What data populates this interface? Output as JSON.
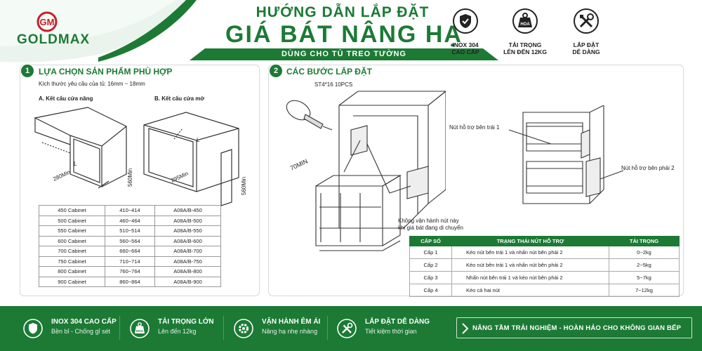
{
  "brand": {
    "name": "GOLDMAX",
    "logo_letters": "GM"
  },
  "header": {
    "title_line1": "HƯỚNG DẪN LẮP ĐẶT",
    "title_line2": "GIÁ BÁT NÂNG HẠ",
    "subtitle": "DÙNG CHO TỦ TREO TƯỜNG"
  },
  "features": [
    {
      "icon": "shield-icon",
      "label1": "INOX 304",
      "label2": "CAO CẤP"
    },
    {
      "icon": "weight-icon",
      "icon_text": "HOA",
      "label1": "TẢI TRỌNG",
      "label2": "LÊN ĐẾN 12KG"
    },
    {
      "icon": "tools-icon",
      "label1": "LẮP ĐẶT",
      "label2": "DỄ DÀNG"
    }
  ],
  "step1": {
    "number": "1",
    "title": "LỰA CHỌN SẢN PHẨM PHÙ HỢP",
    "thickness": "Kích thước yêu cầu của tủ: 16mm ~ 18mm",
    "caption_a": "A. Kết cấu cửa nâng",
    "caption_b": "B. Kết cấu cửa mở",
    "dim_a_depth": "280Min",
    "dim_a_height": "560Min",
    "dim_b_depth": "295Min",
    "dim_b_height": "560Min",
    "dim_l": "L",
    "sizes": [
      [
        "450 Cabinet",
        "410~414",
        "A08A/B-450"
      ],
      [
        "500 Cabinet",
        "460~464",
        "A08A/B-500"
      ],
      [
        "550 Cabinet",
        "510~514",
        "A08A/B-550"
      ],
      [
        "600 Cabinet",
        "560~564",
        "A08A/B-600"
      ],
      [
        "700 Cabinet",
        "660~664",
        "A08A/B-700"
      ],
      [
        "750 Cabinet",
        "710~714",
        "A08A/B-750"
      ],
      [
        "800 Cabinet",
        "760~764",
        "A08A/B-800"
      ],
      [
        "900 Cabinet",
        "860~864",
        "A08A/B-900"
      ]
    ]
  },
  "step2": {
    "number": "2",
    "title": "CÁC BƯỚC LẮP ĐẶT",
    "screw": "ST4*16 10PCS",
    "min_label": "70MIN",
    "note_line1": "Không vận hành nút này",
    "note_line2": "khi giá bát đang di chuyển",
    "btn_left": "Nút hỗ trợ bên trái 1",
    "btn_right": "Nút hỗ trợ bên phải 2",
    "table_headers": [
      "CẤP SỐ",
      "TRẠNG THÁI NÚT HỖ TRỢ",
      "TẢI TRỌNG"
    ],
    "table_rows": [
      [
        "Cấp 1",
        "Kéo nút bên trái 1 và nhấn nút bên phải 2",
        "0~2kg"
      ],
      [
        "Cấp 2",
        "Kéo nút bên trái 1 và nhấn nút bên phải 2",
        "2~5kg"
      ],
      [
        "Cấp 3",
        "Nhấn nút bên trái 1 và kéo nút bên phải 2",
        "5~7kg"
      ],
      [
        "Cấp 4",
        "Kéo cả hai nút",
        "7~12kg"
      ]
    ]
  },
  "footer": {
    "items": [
      {
        "icon": "shield-icon",
        "title": "INOX 304 CAO CẤP",
        "desc": "Bền bỉ - Chống gỉ sét"
      },
      {
        "icon": "weight-icon",
        "icon_text": "HOA",
        "title": "TẢI TRỌNG LỚN",
        "desc": "Lên đến 12kg"
      },
      {
        "icon": "gear-icon",
        "title": "VẬN HÀNH ÊM ÁI",
        "desc": "Nâng hạ nhẹ nhàng"
      },
      {
        "icon": "tools-icon",
        "title": "LẮP ĐẶT DỄ DÀNG",
        "desc": "Tiết kiệm thời gian"
      }
    ],
    "slogan": "NÂNG TẦM TRẢI NGHIỆM - HOÀN HẢO CHO KHÔNG GIAN BẾP"
  },
  "colors": {
    "brand_green": "#1c7a35",
    "accent_red": "#c8202a"
  }
}
